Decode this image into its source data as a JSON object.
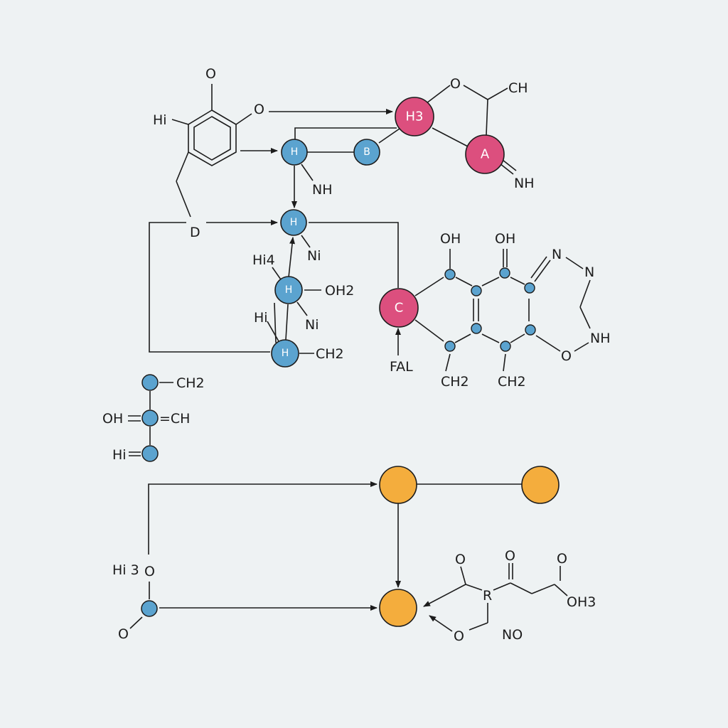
{
  "colors": {
    "background": "#eef2f3",
    "stroke": "#1c1c1c",
    "blue_node": "#5ba3cf",
    "pink_node": "#dc4f7e",
    "orange_node": "#f4ad3d"
  },
  "nodes": {
    "h_upper": "H",
    "b": "B",
    "h3": "H3",
    "a": "A",
    "h_mid": "H",
    "h_center": "H",
    "h_lower": "H",
    "c": "C"
  },
  "labels": {
    "o_top": "O",
    "hi_top": "Hi",
    "o_ring": "O",
    "ch_top": "CH",
    "o_pentagon": "O",
    "nh_a": "NH",
    "nh_upper": "NH",
    "d": "D",
    "h4": "Hi4",
    "ni_upper": "Ni",
    "oh2": "OH2",
    "hi_mid": "Hi",
    "ni_lower": "Ni",
    "ch2_mid": "CH2",
    "oh_left": "OH",
    "oh_right": "OH",
    "n_1": "N",
    "n_2": "N",
    "nh_ring": "NH",
    "o_ring2": "O",
    "fal": "FAL",
    "ch2_ring_left": "CH2",
    "ch2_ring_right": "CH2",
    "ch2_chain": "CH2",
    "oh_chain": "OH",
    "ch_chain": "=CH",
    "hi_chain": "Hi",
    "hi3": "Hi 3",
    "o_hi3": "O",
    "o_bottom": "O",
    "o_r_top": "O",
    "r": "R",
    "o_r_right": "O",
    "o_carbonyl": "O",
    "oh3": "OH3",
    "o_r_bottom": "O",
    "no": "NO"
  }
}
